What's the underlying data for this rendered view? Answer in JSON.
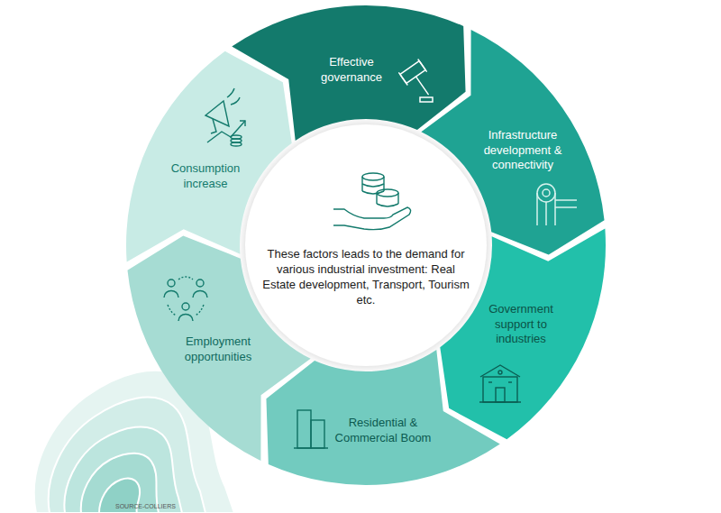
{
  "diagram": {
    "nodes": [
      {
        "text": [
          "These factors leads to the demand for various industrial investment: Real Estate development, Transport, Tourism etc."
        ]
      },
      {
        "text": [
          "Effective governance"
        ]
      },
      {
        "text": [
          "Infrastructure development & connectivity"
        ]
      },
      {
        "text": [
          "Government support to industries"
        ]
      },
      {
        "text": [
          "Residential & Commercial Boom"
        ]
      },
      {
        "text": [
          "Employment opportunities"
        ]
      },
      {
        "text": [
          "Consumption increase"
        ]
      }
    ],
    "labels": [
      "SOURCE-COLLIERS"
    ]
  }
}
